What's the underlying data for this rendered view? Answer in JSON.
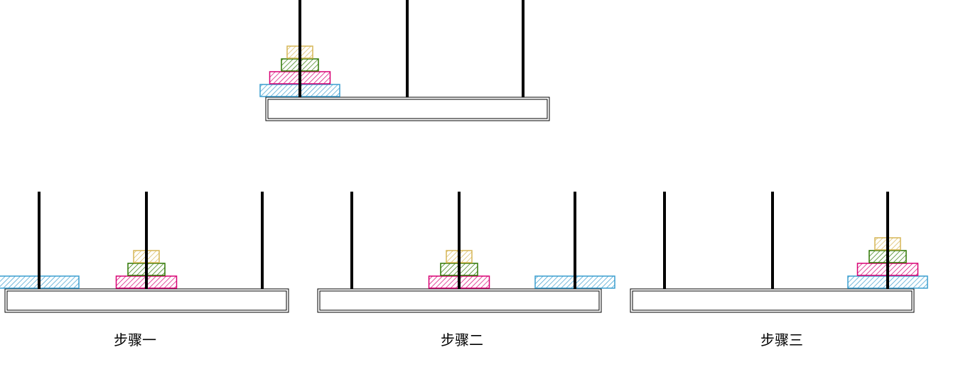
{
  "colors": {
    "yellow": "#d6b656",
    "green": "#2d7600",
    "pink": "#d80073",
    "blue": "#3a9ecf",
    "pole": "#000000",
    "base": "#000000"
  },
  "towers": [
    {
      "name": "initial",
      "label": "",
      "pegs": [
        [
          "blue",
          "pink",
          "green",
          "yellow"
        ],
        [],
        []
      ]
    },
    {
      "name": "step-1",
      "label": "步骤一",
      "pegs": [
        [
          "blue"
        ],
        [
          "pink",
          "green",
          "yellow"
        ],
        []
      ]
    },
    {
      "name": "step-2",
      "label": "步骤二",
      "pegs": [
        [],
        [
          "pink",
          "green",
          "yellow"
        ],
        [
          "blue"
        ]
      ]
    },
    {
      "name": "step-3",
      "label": "步骤三",
      "pegs": [
        [],
        [],
        [
          "blue",
          "pink",
          "green",
          "yellow"
        ]
      ]
    }
  ]
}
